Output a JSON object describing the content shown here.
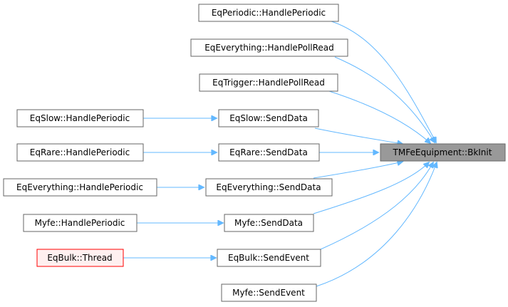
{
  "graph": {
    "colors": {
      "edge": "#63b8ff",
      "node_border": "#666666",
      "root_fill": "#999999",
      "highlight_border": "#ff0000"
    },
    "nodes": {
      "root": "TMFeEquipment::BkInit",
      "eq_periodic_handle": "EqPeriodic::HandlePeriodic",
      "eq_everything_pollread": "EqEverything::HandlePollRead",
      "eq_trigger_pollread": "EqTrigger::HandlePollRead",
      "eq_slow_senddata": "EqSlow::SendData",
      "eq_slow_handle": "EqSlow::HandlePeriodic",
      "eq_rare_senddata": "EqRare::SendData",
      "eq_rare_handle": "EqRare::HandlePeriodic",
      "eq_everything_senddata": "EqEverything::SendData",
      "eq_everything_handle": "EqEverything::HandlePeriodic",
      "myfe_senddata": "Myfe::SendData",
      "myfe_handle": "Myfe::HandlePeriodic",
      "eqbulk_sendevent": "EqBulk::SendEvent",
      "eqbulk_thread": "EqBulk::Thread",
      "myfe_sendevent": "Myfe::SendEvent"
    }
  }
}
